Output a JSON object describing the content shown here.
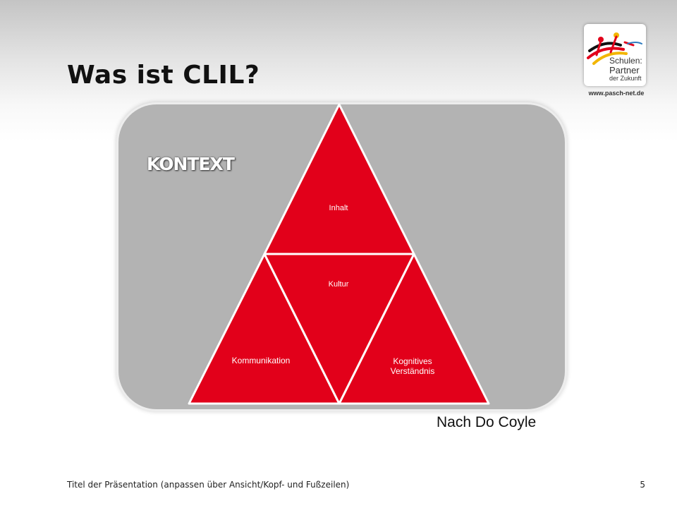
{
  "slide": {
    "title": "Was ist CLIL?",
    "context_label": "KONTEXT",
    "diagram": {
      "top": "Inhalt",
      "center": "Kultur",
      "bottom_left": "Kommunikation",
      "bottom_right": "Kognitives Verständnis"
    },
    "credit": "Nach Do Coyle"
  },
  "logo": {
    "line1": "Schulen:",
    "line2": "Partner",
    "line3": "der Zukunft",
    "url": "www.pasch-net.de"
  },
  "footer": {
    "text": "Titel der Präsentation (anpassen über Ansicht/Kopf- und Fußzeilen)",
    "page_number": "5"
  },
  "colors": {
    "triangle_red": "#e2001a",
    "context_gray": "#b3b3b3"
  }
}
